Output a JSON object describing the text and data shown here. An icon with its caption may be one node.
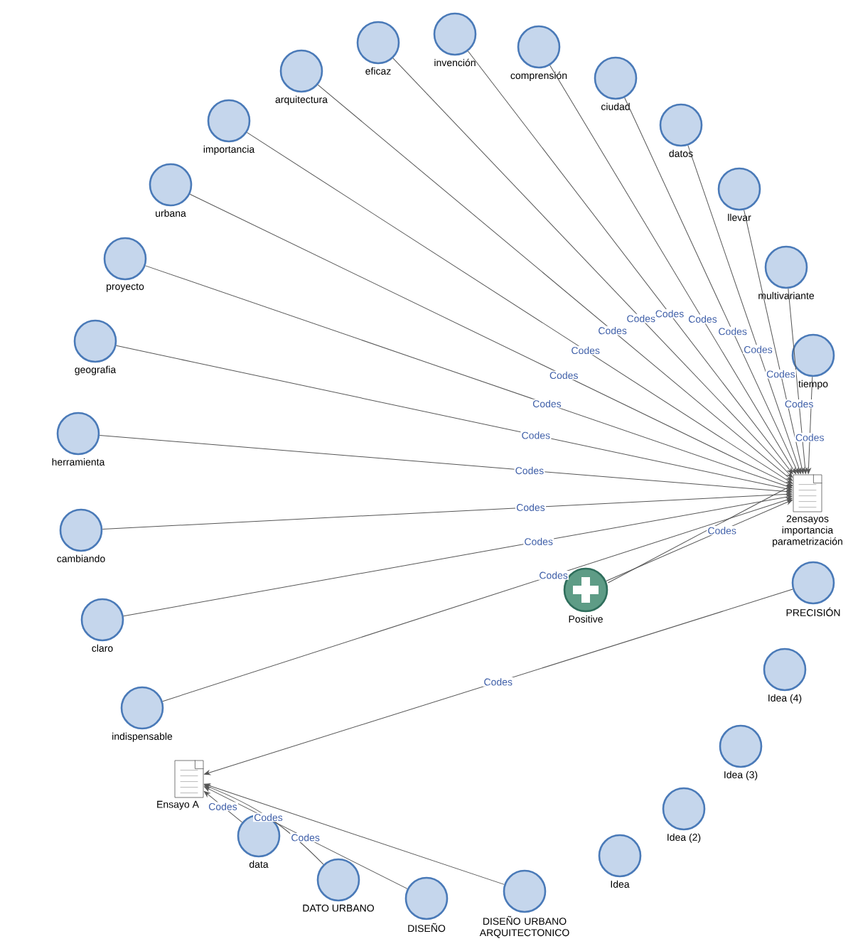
{
  "diagram": {
    "nodes": [
      {
        "text": [
          "invención"
        ]
      },
      {
        "text": [
          "eficaz"
        ]
      },
      {
        "text": [
          "comprensión"
        ]
      },
      {
        "text": [
          "arquitectura"
        ]
      },
      {
        "text": [
          "ciudad"
        ]
      },
      {
        "text": [
          "importancia"
        ]
      },
      {
        "text": [
          "datos"
        ]
      },
      {
        "text": [
          "urbana"
        ]
      },
      {
        "text": [
          "llevar"
        ]
      },
      {
        "text": [
          "proyecto"
        ]
      },
      {
        "text": [
          "multivariante"
        ]
      },
      {
        "text": [
          "geografia"
        ]
      },
      {
        "text": [
          "tiempo"
        ]
      },
      {
        "text": [
          "herramienta"
        ]
      },
      {
        "text": [
          "2ensayos importancia parametrización"
        ]
      },
      {
        "text": [
          "cambiando"
        ]
      },
      {
        "text": [
          "PRECISIÓN"
        ]
      },
      {
        "text": [
          "Positive"
        ]
      },
      {
        "text": [
          "claro"
        ]
      },
      {
        "text": [
          "Idea (4)"
        ]
      },
      {
        "text": [
          "indispensable"
        ]
      },
      {
        "text": [
          "Idea (3)"
        ]
      },
      {
        "text": [
          "Ensayo A"
        ]
      },
      {
        "text": [
          "data"
        ]
      },
      {
        "text": [
          "Idea (2)"
        ]
      },
      {
        "text": [
          "Idea"
        ]
      },
      {
        "text": [
          "DATO URBANO"
        ]
      },
      {
        "text": [
          "DISEÑO"
        ]
      },
      {
        "text": [
          "DISEÑO URBANO ARQUITECTONICO"
        ]
      }
    ],
    "edges": [
      {
        "from": 0,
        "to": 14,
        "arrow": "to",
        "label": "Codes"
      },
      {
        "from": 1,
        "to": 14,
        "arrow": "to",
        "label": "Codes"
      },
      {
        "from": 2,
        "to": 14,
        "arrow": "to",
        "label": "Codes"
      },
      {
        "from": 3,
        "to": 14,
        "arrow": "to",
        "label": "Codes"
      },
      {
        "from": 4,
        "to": 14,
        "arrow": "to",
        "label": "Codes"
      },
      {
        "from": 5,
        "to": 14,
        "arrow": "to",
        "label": "Codes"
      },
      {
        "from": 6,
        "to": 14,
        "arrow": "to",
        "label": "Codes"
      },
      {
        "from": 7,
        "to": 14,
        "arrow": "to",
        "label": "Codes"
      },
      {
        "from": 8,
        "to": 14,
        "arrow": "to",
        "label": "Codes"
      },
      {
        "from": 9,
        "to": 14,
        "arrow": "to",
        "label": "Codes"
      },
      {
        "from": 10,
        "to": 14,
        "arrow": "to",
        "label": "Codes"
      },
      {
        "from": 11,
        "to": 14,
        "arrow": "to",
        "label": "Codes"
      },
      {
        "from": 12,
        "to": 14,
        "arrow": "to",
        "label": "Codes"
      },
      {
        "from": 13,
        "to": 14,
        "arrow": "to",
        "label": "Codes"
      },
      {
        "from": 15,
        "to": 14,
        "arrow": "to",
        "label": "Codes"
      },
      {
        "from": 18,
        "to": 14,
        "arrow": "to",
        "label": "Codes"
      },
      {
        "from": 20,
        "to": 14,
        "arrow": "to",
        "label": "Codes"
      },
      {
        "from": 17,
        "to": 14,
        "arrow": "to",
        "label": "Codes"
      },
      {
        "from": 17,
        "to": 14,
        "arrow": "to"
      },
      {
        "from": 16,
        "to": 22,
        "arrow": "to",
        "label": "Codes"
      },
      {
        "from": 23,
        "to": 22,
        "arrow": "to",
        "label": "Codes"
      },
      {
        "from": 26,
        "to": 22,
        "arrow": "to",
        "label": "Codes"
      },
      {
        "from": 27,
        "to": 22,
        "arrow": "to",
        "label": "Codes"
      },
      {
        "from": 28,
        "to": 22,
        "arrow": "to"
      }
    ]
  }
}
